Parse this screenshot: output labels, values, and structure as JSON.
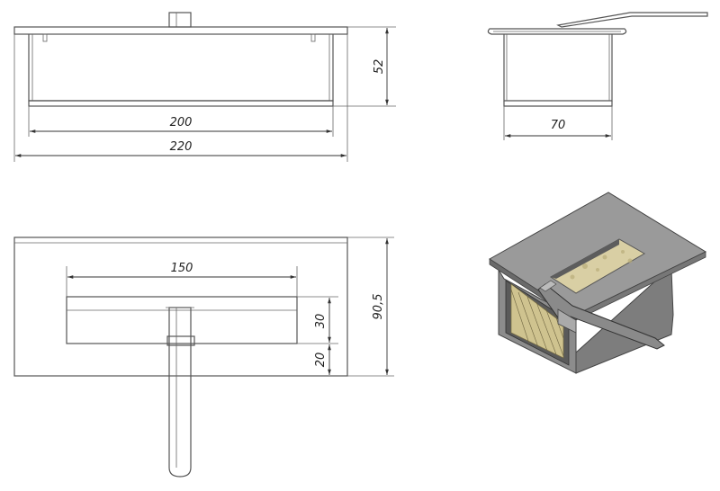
{
  "dimensions": {
    "front_inner_width": "200",
    "front_outer_width": "220",
    "front_height": "52",
    "side_depth": "70",
    "top_slot_width": "150",
    "top_depth": "90,5",
    "top_slot_depth": "30",
    "top_offset": "20"
  },
  "colors": {
    "line": "#555555",
    "dimension": "#333333",
    "metal_top": "#9a9a9a",
    "metal_side": "#7d7d7d",
    "metal_dark": "#555555",
    "wool": "#d9cfa4"
  }
}
